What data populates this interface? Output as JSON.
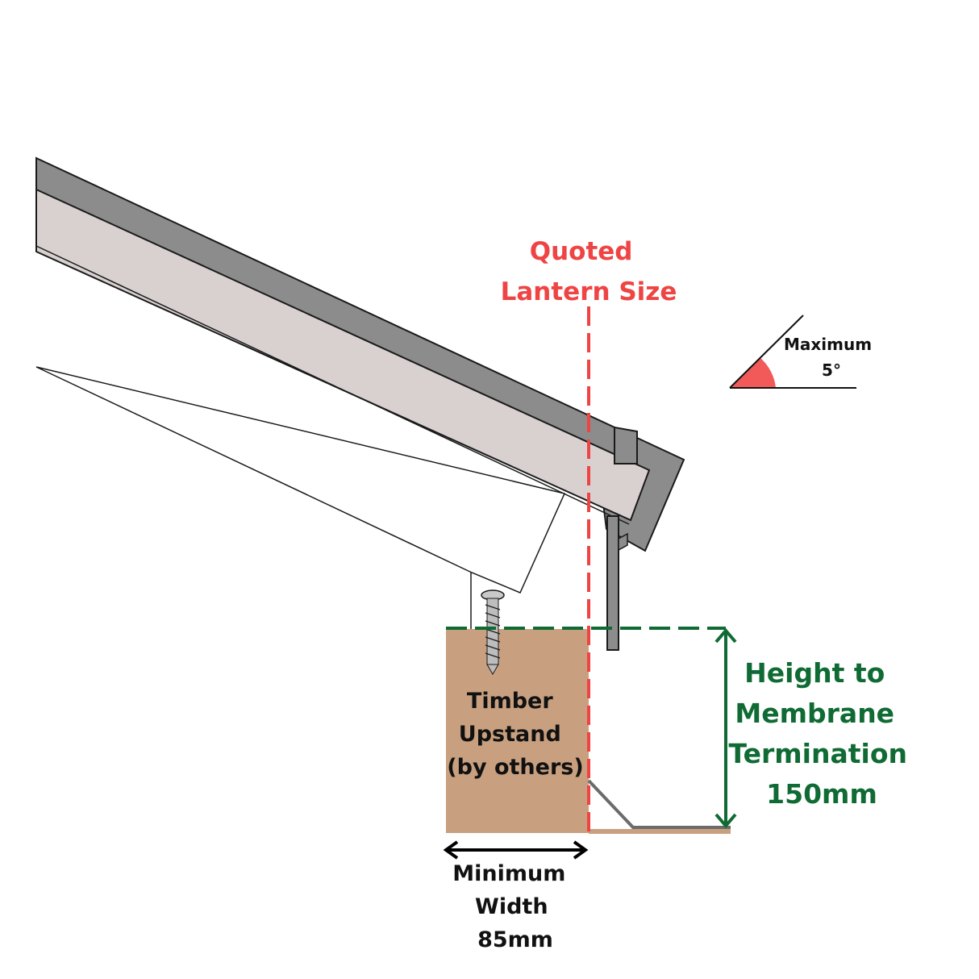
{
  "labels": {
    "quoted_lantern_size": [
      "Quoted",
      "Lantern Size"
    ],
    "max_angle": [
      "Maximum",
      "5°"
    ],
    "height_to_membrane": [
      "Height to",
      "Membrane",
      "Termination",
      "150mm"
    ],
    "timber_upstand": [
      "Timber",
      "Upstand",
      "(by others)"
    ],
    "minimum_width": [
      "Minimum",
      "Width",
      "85mm"
    ]
  },
  "colors": {
    "quoted_line": "#ef4444",
    "dimension_green": "#0f6b33",
    "timber": "#c8a07f",
    "frame_dark": "#8c8c8c",
    "glazing_light": "#d8d1d0",
    "angle_fill": "#f25a5a"
  }
}
